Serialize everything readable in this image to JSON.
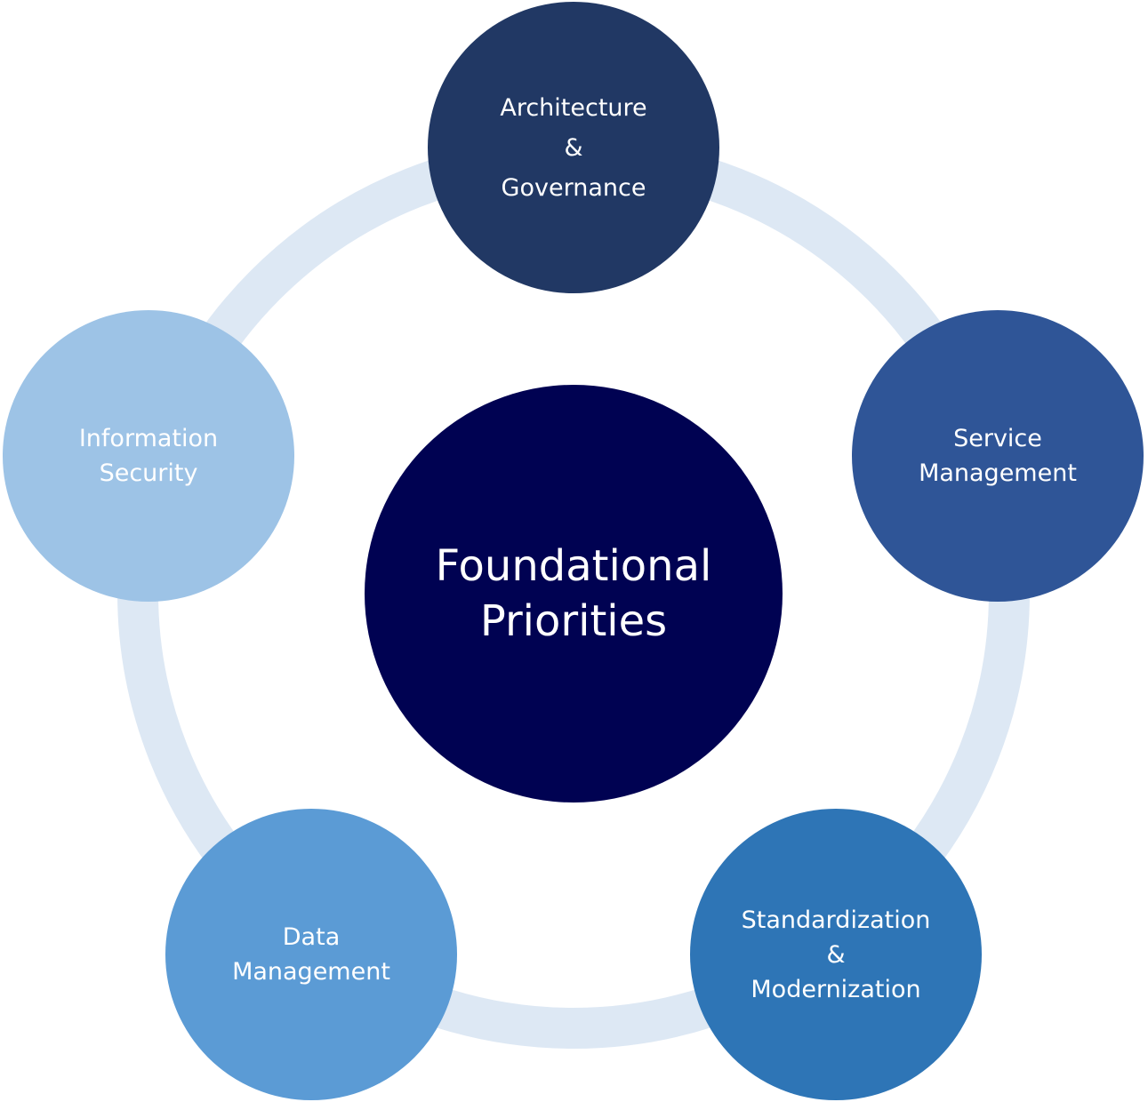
{
  "diagram": {
    "ring_color": "#dde8f4",
    "center": {
      "lines": [
        "Foundational",
        "Priorities"
      ],
      "color": "#000252"
    },
    "nodes": [
      {
        "id": "architecture-governance",
        "lines": [
          "Architecture",
          "&",
          "Governance"
        ],
        "color": "#213864"
      },
      {
        "id": "service-management",
        "lines": [
          "Service",
          "Management"
        ],
        "color": "#2f5597"
      },
      {
        "id": "standardization-modernization",
        "lines": [
          "Standardization",
          "&",
          "Modernization"
        ],
        "color": "#2e75b6"
      },
      {
        "id": "data-management",
        "lines": [
          "Data",
          "Management"
        ],
        "color": "#5b9bd5"
      },
      {
        "id": "information-security",
        "lines": [
          "Information",
          "Security"
        ],
        "color": "#9dc3e6"
      }
    ]
  }
}
